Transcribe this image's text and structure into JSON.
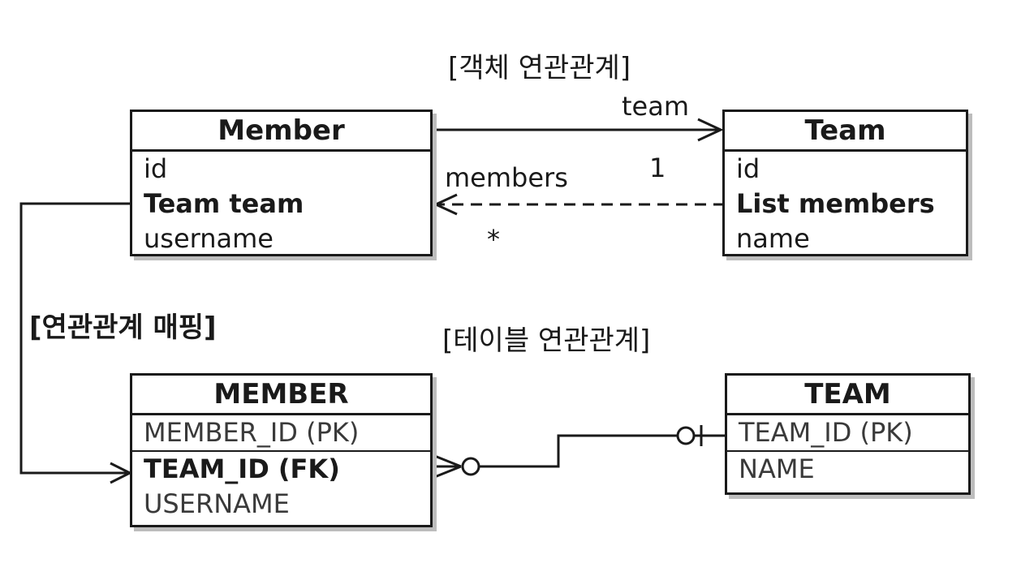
{
  "titles": {
    "object_relation": "[객체 연관관계]",
    "mapping": "[연관관계 매핑]",
    "table_relation": "[테이블 연관관계]"
  },
  "entities": {
    "member": {
      "name": "Member",
      "fields": [
        "id",
        "Team team",
        "username"
      ]
    },
    "team": {
      "name": "Team",
      "fields": [
        "id",
        "List members",
        "name"
      ]
    }
  },
  "tables": {
    "member": {
      "name": "MEMBER",
      "columns": [
        "MEMBER_ID (PK)",
        "TEAM_ID (FK)",
        "USERNAME"
      ]
    },
    "team": {
      "name": "TEAM",
      "columns": [
        "TEAM_ID (PK)",
        "NAME"
      ]
    }
  },
  "labels": {
    "team_ref": "team",
    "members_ref": "members",
    "one": "1",
    "many": "*"
  }
}
